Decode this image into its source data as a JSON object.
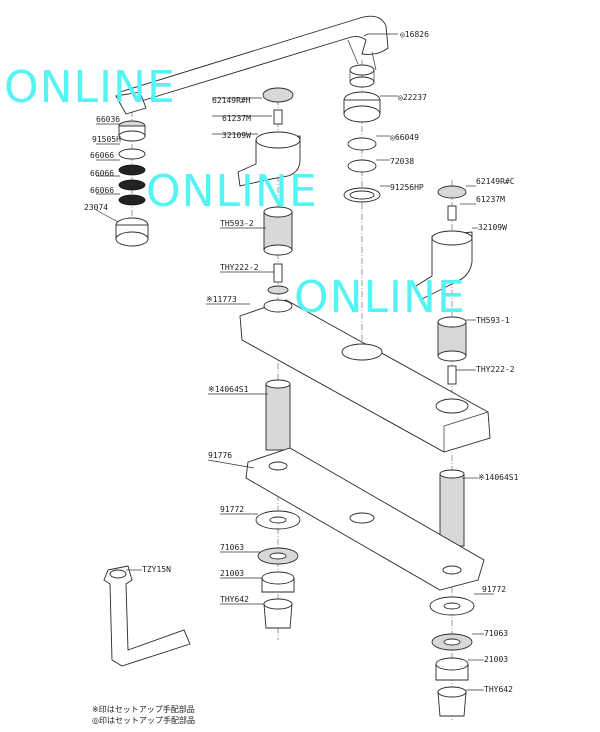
{
  "watermark": "ONLINE",
  "labels": {
    "spout": "◎16826",
    "cap_l": "62149R#H",
    "screw_l": "61237M",
    "handle_l": "32109W",
    "nut_22237": "◎22237",
    "ring_66049": "◎66049",
    "ring_72038": "72038",
    "ring_91256": "91256HP",
    "aer_66036": "66036",
    "aer_91505": "91505H",
    "aer_66066a": "66066",
    "aer_66066b": "66066",
    "aer_66066c": "66066",
    "aer_23074": "23074",
    "cap_r": "62149R#C",
    "screw_r": "61237M",
    "handle_r": "32109W",
    "cart_l": "TH593-2",
    "pin_l": "THY222-2",
    "body": "※11773",
    "cart_r": "TH593-1",
    "pin_r": "THY222-2",
    "shank_l": "※14064S1",
    "shank_r": "※14064S1",
    "gasket": "91776",
    "washer_l": "91772",
    "lock_l": "71063",
    "nut_l": "21003",
    "conn_l": "THY642",
    "wrench": "TZY15N",
    "washer_r": "91772",
    "lock_r": "71063",
    "nut_r": "21003",
    "conn_r": "THY642"
  },
  "notes": {
    "line1": "※印はセットアップ手配部品",
    "line2": "◎印はセットアップ手配部品"
  }
}
